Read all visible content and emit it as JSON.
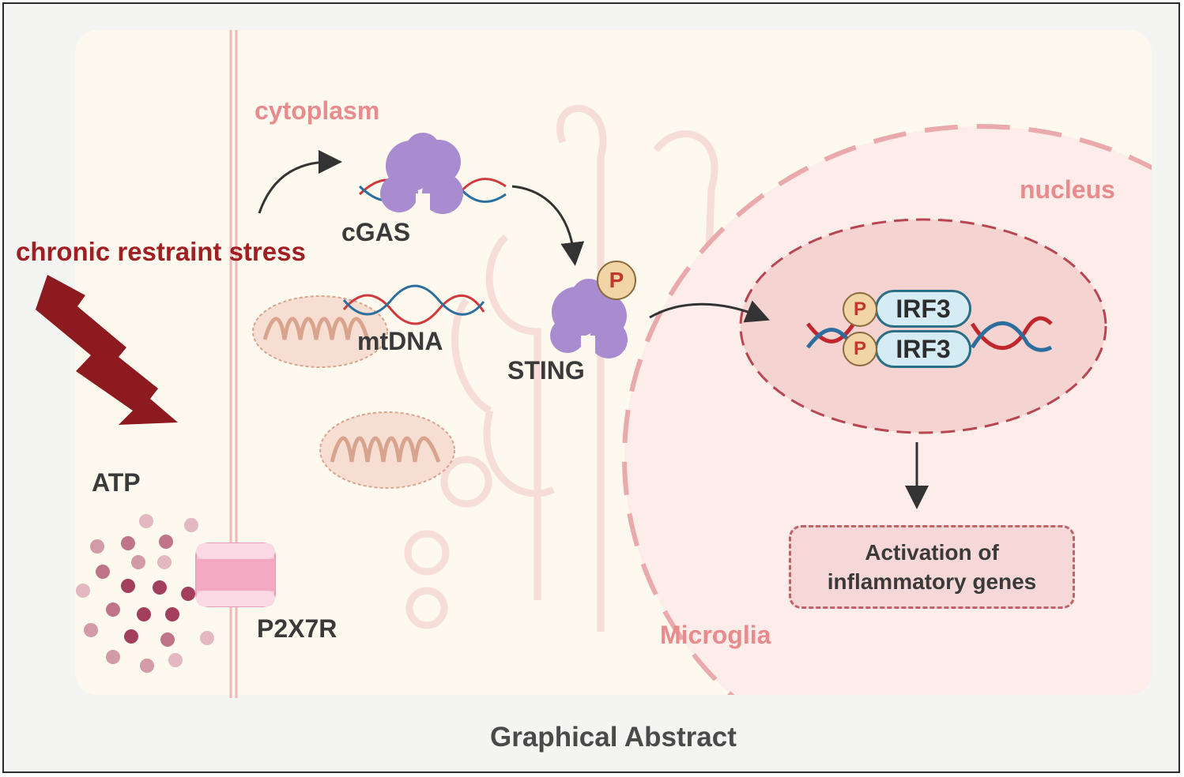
{
  "labels": {
    "cytoplasm": "cytoplasm",
    "nucleus": "nucleus",
    "microglia": "Microglia",
    "stress": "chronic restraint stress",
    "cgas": "cGAS",
    "mtdna": "mtDNA",
    "sting": "STING",
    "atp": "ATP",
    "p2x7r": "P2X7R",
    "irf3_top": "IRF3",
    "irf3_bottom": "IRF3",
    "phospho": "P",
    "genes_line1": "Activation of",
    "genes_line2": "inflammatory genes",
    "footer": "Graphical Abstract"
  },
  "colors": {
    "pink_label": "#e98a8c",
    "stress_red": "#a01f23",
    "protein_purple": "#a98bd0",
    "irf3_blue": "#d5ecf4",
    "nucleus_fill": "#fbeaea"
  }
}
